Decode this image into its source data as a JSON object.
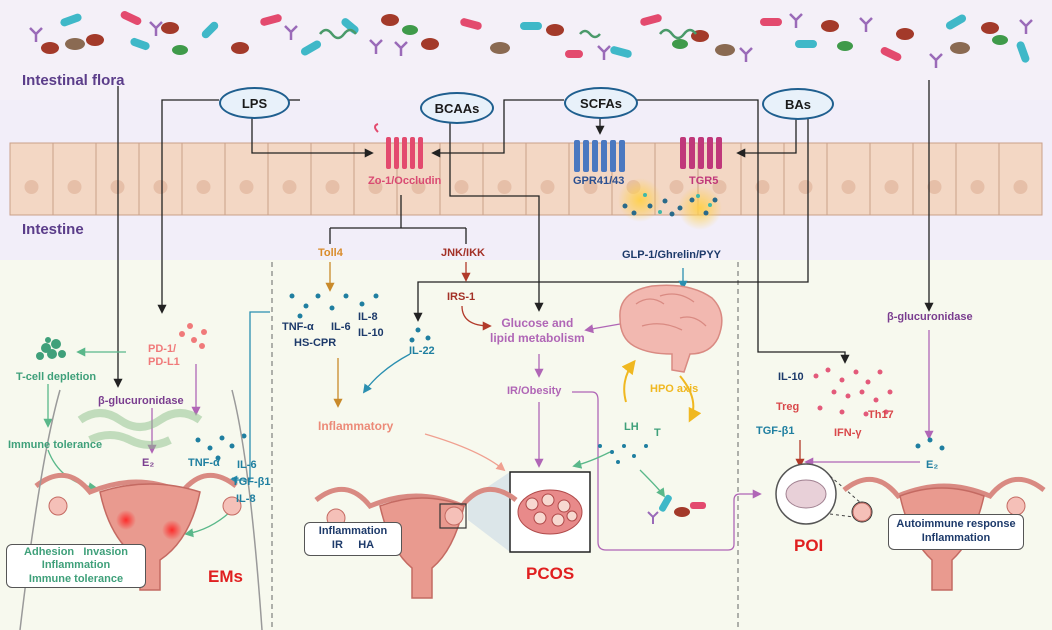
{
  "regions": {
    "top_label": "Intestinal flora",
    "intestine_label": "Intestine"
  },
  "metabolites": {
    "lps": "LPS",
    "bcaas": "BCAAs",
    "scfas": "SCFAs",
    "bas": "BAs"
  },
  "receptors": {
    "zo1": "Zo-1/Occludin",
    "gpr": "GPR41/43",
    "tgr5": "TGR5",
    "hormones": "GLP-1/Ghrelin/PYY"
  },
  "pathways": {
    "toll4": "Toll4",
    "jnk": "JNK/IKK",
    "irs1": "IRS-1",
    "cyto_tnf": "TNF-α",
    "cyto_il6": "IL-6",
    "cyto_il8": "IL-8",
    "cyto_il10": "IL-10",
    "cyto_hscpr": "HS-CPR",
    "il22": "IL-22",
    "glucose_line1": "Glucose and",
    "glucose_line2": "lipid metabolism",
    "ir_obesity": "IR/Obesity",
    "inflammatory": "Inflammatory",
    "hpo": "HPO axis",
    "lh": "LH",
    "t": "T"
  },
  "ems": {
    "pd1": "PD-1/",
    "pdl1": "PD-L1",
    "tcell": "T-cell depletion",
    "beta_gluc": "β-glucuronidase",
    "immune_tol": "Immune tolerance",
    "e2": "E₂",
    "tnf": "TNF-α",
    "il6": "IL-6",
    "tgf": "TGF-β1",
    "il8": "IL-8",
    "box_line1a": "Adhesion",
    "box_line1b": "Invasion",
    "box_line2": "Inflammation",
    "box_line3": "Immune tolerance",
    "title": "EMs"
  },
  "pcos": {
    "box_line1": "Inflammation",
    "box_line2a": "IR",
    "box_line2b": "HA",
    "title": "PCOS"
  },
  "poi": {
    "beta_gluc": "β-glucuronidase",
    "il10": "IL-10",
    "treg": "Treg",
    "th17": "Th17",
    "tgf": "TGF-β1",
    "ifn": "IFN-γ",
    "e2": "E₂",
    "box_line1": "Autoimmune response",
    "box_line2": "Inflammation",
    "title": "POI"
  },
  "colors": {
    "band_top": "#f4f0f8",
    "band_intestine": "#f2eef9",
    "band_lower": "#f7f9ee",
    "oval_border": "#1f5f8f",
    "zo1": "#e34a6e",
    "gpr": "#4a78c0",
    "tgr5": "#c0387a"
  }
}
